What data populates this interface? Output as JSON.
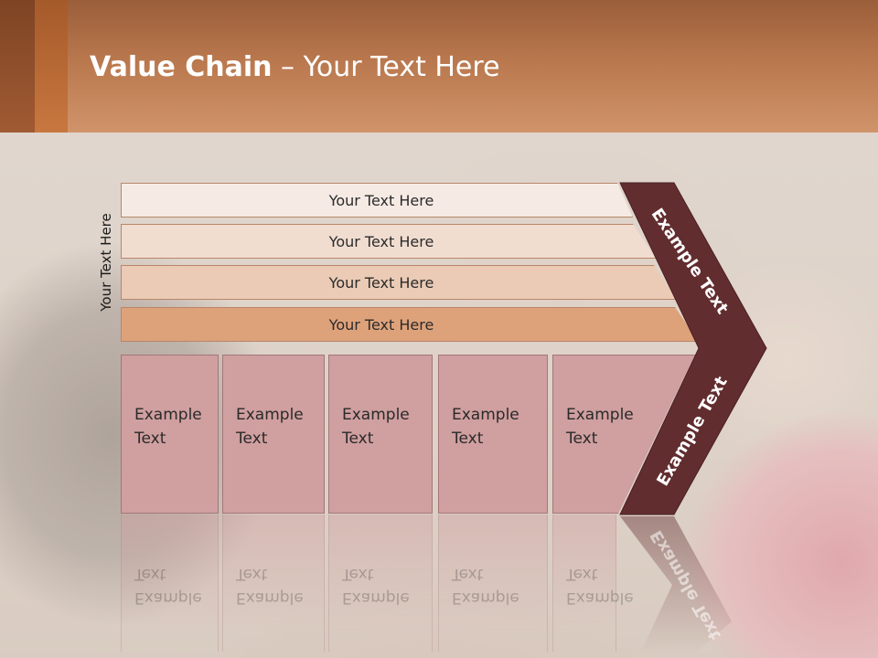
{
  "slide": {
    "title_bold": "Value Chain",
    "title_rest": " – Your Text Here",
    "side_label": "Your Text Here"
  },
  "bars": [
    {
      "label": "Your Text Here",
      "color": "#f6ebe4"
    },
    {
      "label": "Your Text Here",
      "color": "#f1ddd0"
    },
    {
      "label": "Your Text Here",
      "color": "#ebcbb5"
    },
    {
      "label": "Your Text Here",
      "color": "#dea27a"
    }
  ],
  "boxes": [
    {
      "label": "Example\nText"
    },
    {
      "label": "Example\nText"
    },
    {
      "label": "Example\nText"
    },
    {
      "label": "Example\nText"
    },
    {
      "label": "Example\nText"
    }
  ],
  "chevron": {
    "top_label": "Example Text",
    "bottom_label": "Example Text",
    "color": "#622d2f"
  },
  "colors": {
    "header": "#c08050",
    "box": "#d09fa0"
  }
}
